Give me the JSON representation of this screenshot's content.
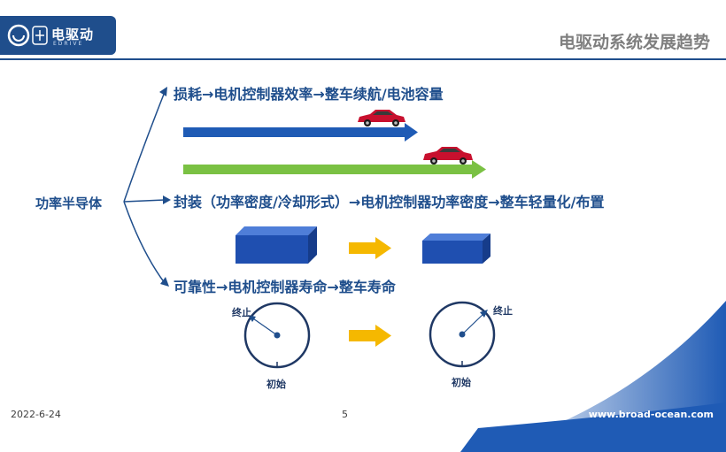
{
  "header": {
    "logo_text": "电驱动",
    "logo_sub": "EDRIVE",
    "title": "电驱动系统发展趋势"
  },
  "diagram": {
    "root": "功率半导体",
    "branches": [
      {
        "label": "损耗→电机控制器效率→整车续航/电池容量"
      },
      {
        "label": "封装（功率密度/冷却形式）→电机控制器功率密度→整车轻量化/布置"
      },
      {
        "label": "可靠性→电机控制器寿命→整车寿命"
      }
    ],
    "dial_labels": {
      "end": "终止",
      "start": "初始"
    }
  },
  "colors": {
    "brand_blue": "#1f4e8c",
    "arrow_blue": "#1f5bb5",
    "arrow_green": "#7ac143",
    "arrow_yellow": "#f5b800",
    "cube_blue": "#1f4fb0",
    "car_red": "#c8102e"
  },
  "footer": {
    "date": "2022-6-24",
    "page": "5",
    "url": "www.broad-ocean.com"
  }
}
